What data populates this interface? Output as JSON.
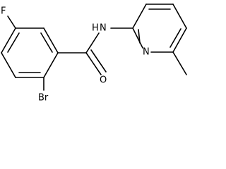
{
  "molecule": {
    "atoms": {
      "fluorine": "F",
      "bromine": "Br",
      "oxygen": "O",
      "amide_nitrogen": "N",
      "amide_hydrogen": "H",
      "pyridine_nitrogen": "N"
    },
    "colors": {
      "bond": "#000000",
      "label": "#000000",
      "background": "#ffffff"
    }
  }
}
